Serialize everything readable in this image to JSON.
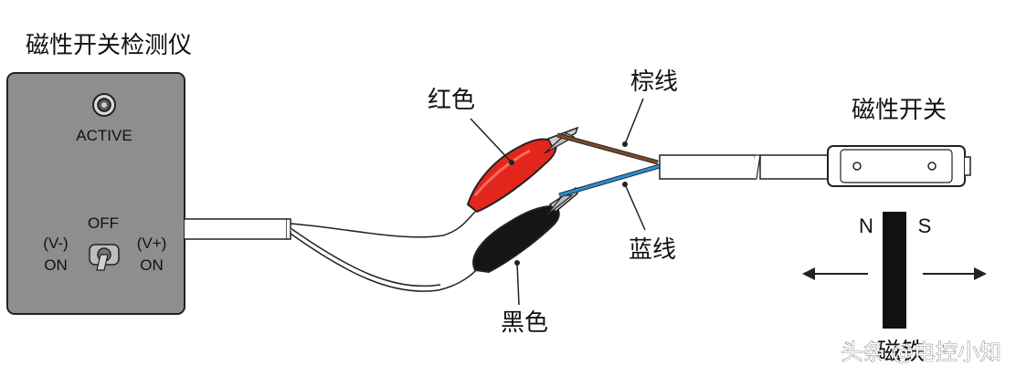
{
  "tester": {
    "title": "磁性开关检测仪",
    "active_label": "ACTIVE",
    "off_label": "OFF",
    "left_polarity": "(V-)",
    "left_on": "ON",
    "right_polarity": "(V+)",
    "right_on": "ON"
  },
  "leads": {
    "red_clip_label": "红色",
    "black_clip_label": "黑色",
    "brown_wire_label": "棕线",
    "blue_wire_label": "蓝线"
  },
  "switch": {
    "label": "磁性开关"
  },
  "magnet": {
    "north_label": "N",
    "south_label": "S",
    "label": "磁铁"
  },
  "watermark": "头条 @电控小知",
  "colors": {
    "tester_body": "#8e8e8e",
    "red_clip": "#e3261c",
    "black_clip": "#151515",
    "brown_wire": "#7a4a2b",
    "blue_wire": "#2a8fd6",
    "magnet": "#111111"
  }
}
